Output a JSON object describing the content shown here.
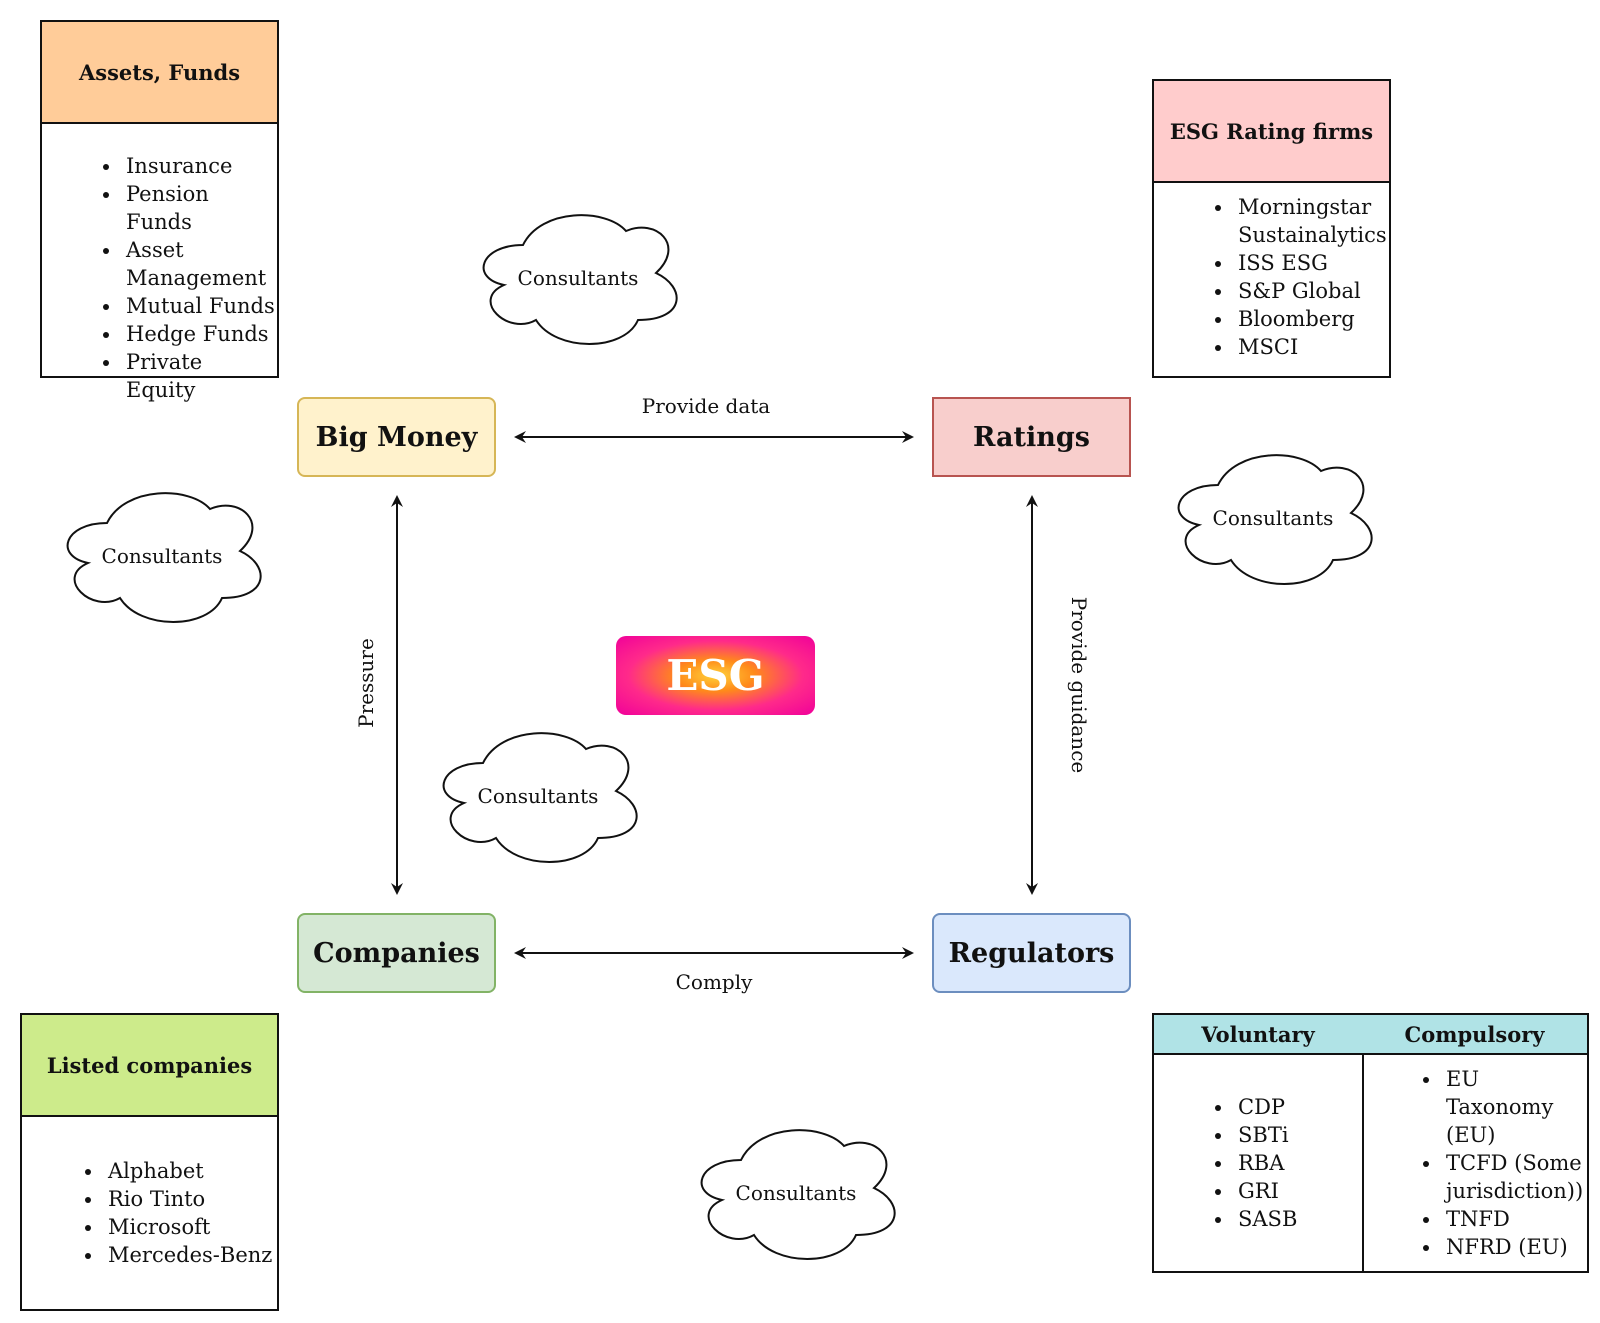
{
  "colors": {
    "assets_header": "#ffcc99",
    "rating_header": "#ffcccc",
    "companies_header": "#cdeb8b",
    "big_money_fill": "#fff2cc",
    "big_money_stroke": "#d6b656",
    "ratings_fill": "#f8cecc",
    "ratings_stroke": "#b85450",
    "companies_fill": "#d5e8d4",
    "companies_stroke": "#82b366",
    "regulators_fill": "#dae8fc",
    "regulators_stroke": "#6c8ebf",
    "table_header": "#b0e3e6"
  },
  "assets_box": {
    "title": "Assets, Funds",
    "items": [
      "Insurance",
      "Pension Funds",
      "Asset Management",
      "Mutual Funds",
      "Hedge Funds",
      "Private Equity"
    ]
  },
  "rating_firms_box": {
    "title": "ESG Rating firms",
    "items": [
      "Morningstar Sustainalytics",
      "ISS ESG",
      "S&P Global",
      "Bloomberg",
      "MSCI"
    ]
  },
  "listed_companies_box": {
    "title": "Listed companies",
    "items": [
      "Alphabet",
      "Rio Tinto",
      "Microsoft",
      "Mercedes-Benz"
    ]
  },
  "regulation_table": {
    "voluntary": {
      "title": "Voluntary",
      "items": [
        "CDP",
        "SBTi",
        "RBA",
        "GRI",
        "SASB"
      ]
    },
    "compulsory": {
      "title": "Compulsory",
      "items": [
        "EU Taxonomy (EU)",
        "TCFD (Some jurisdiction))",
        "TNFD",
        "NFRD (EU)"
      ]
    }
  },
  "nodes": {
    "big_money": "Big Money",
    "ratings": "Ratings",
    "companies": "Companies",
    "regulators": "Regulators",
    "esg": "ESG"
  },
  "edges": {
    "provide_data": "Provide data",
    "pressure": "Pressure",
    "provide_guidance": "Provide guidance",
    "comply": "Comply"
  },
  "clouds": {
    "top": "Consultants",
    "left": "Consultants",
    "right": "Consultants",
    "center": "Consultants",
    "bottom": "Consultants"
  }
}
